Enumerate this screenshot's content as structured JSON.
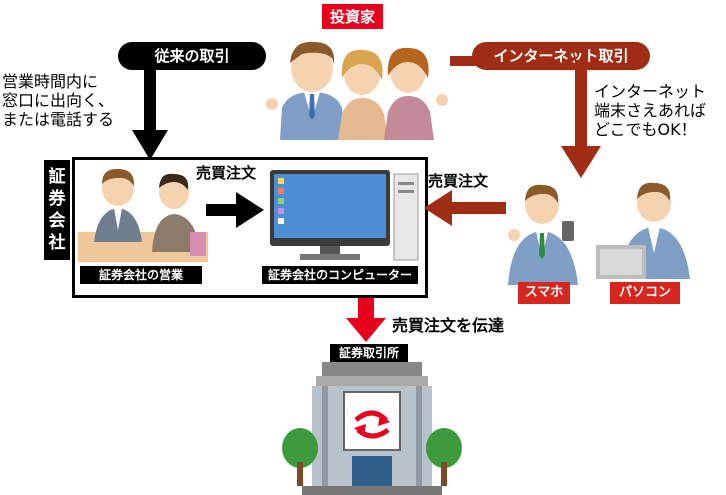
{
  "investor_label": "投資家",
  "traditional": {
    "pill": "従来の取引",
    "note_lines": [
      "営業時間内に",
      "窓口に出向く、",
      "または電話する"
    ]
  },
  "internet": {
    "pill": "インターネット取引",
    "note_lines": [
      "インターネット",
      "端末さえあれば",
      "どこでもOK！"
    ]
  },
  "firm": {
    "vertical_label": [
      "証",
      "券",
      "会",
      "社"
    ],
    "sales_caption": "証券会社の営業",
    "computer_caption": "証券会社のコンピューター",
    "order_label_left": "売買注文"
  },
  "order_label_right": "売買注文",
  "devices": {
    "smartphone": "スマホ",
    "pc": "パソコン"
  },
  "transmit_label": "売買注文を伝達",
  "exchange_label": "証券取引所",
  "colors": {
    "red": "#e8001d",
    "brown": "#a02c13",
    "black": "#000000"
  }
}
